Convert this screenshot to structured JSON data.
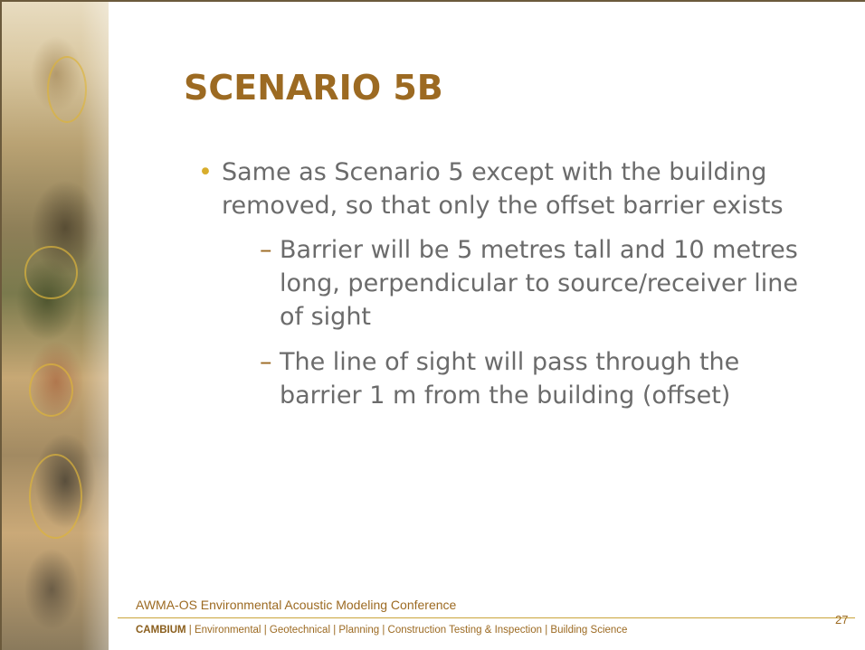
{
  "slide": {
    "title": "SCENARIO 5B",
    "bullets": [
      {
        "text": "Same as Scenario 5 except with the building removed, so that only the offset barrier exists",
        "sub": [
          "Barrier will be 5 metres tall and 10 metres long, perpendicular to source/receiver line of sight",
          "The line of sight will pass through the barrier 1 m from the building (offset)"
        ]
      }
    ],
    "conference": "AWMA-OS Environmental Acoustic Modeling Conference",
    "footer": {
      "brand": "CAMBIUM",
      "items": [
        "Environmental",
        "Geotechnical",
        "Planning",
        "Construction Testing & Inspection",
        "Building Science"
      ]
    },
    "page_number": "27"
  },
  "colors": {
    "title": "#9c6a22",
    "body_text": "#6b6b6b",
    "bullet": "#d8ad2c",
    "rule": "#c9a43a"
  },
  "icons": [
    "bullet-dot-icon",
    "dash-icon"
  ]
}
